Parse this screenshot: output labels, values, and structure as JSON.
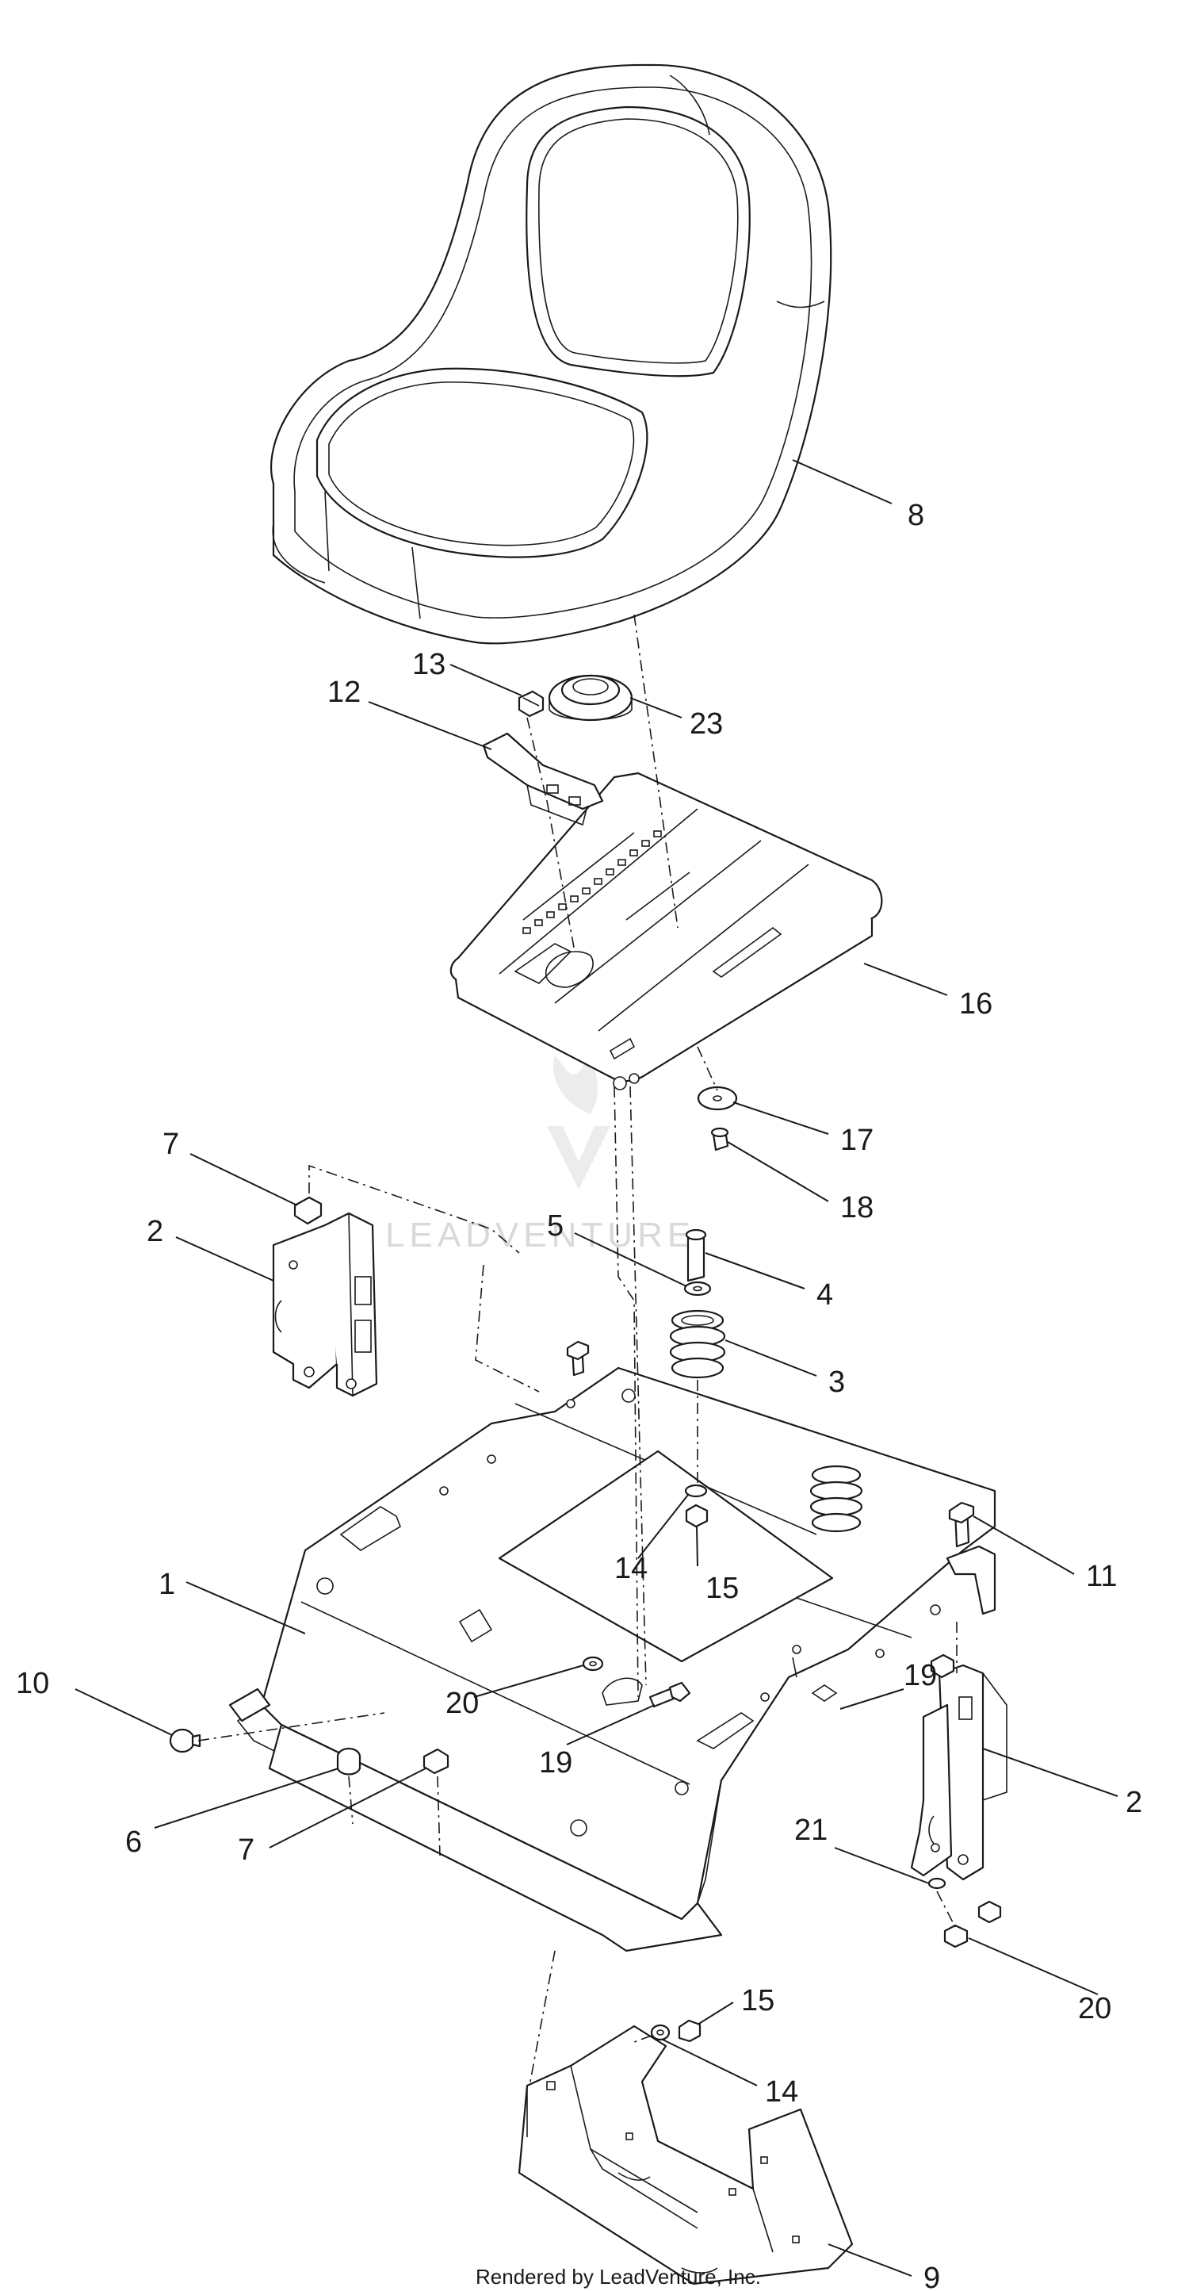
{
  "diagram": {
    "callouts": {
      "c8": "8",
      "c13": "13",
      "c12": "12",
      "c23": "23",
      "c16": "16",
      "c17": "17",
      "c18": "18",
      "c7a": "7",
      "c2a": "2",
      "c5": "5",
      "c4": "4",
      "c3": "3",
      "c1": "1",
      "c14a": "14",
      "c15a": "15",
      "c11": "11",
      "c10": "10",
      "c20a": "20",
      "c19a": "19",
      "c19b": "19",
      "c6": "6",
      "c7b": "7",
      "c2b": "2",
      "c21": "21",
      "c20b": "20",
      "c15b": "15",
      "c14b": "14",
      "c9": "9"
    },
    "watermark": "LEADVENTURE",
    "watermark_logo": "leadventure-logo-icon",
    "footer": "Rendered by LeadVenture, Inc."
  }
}
